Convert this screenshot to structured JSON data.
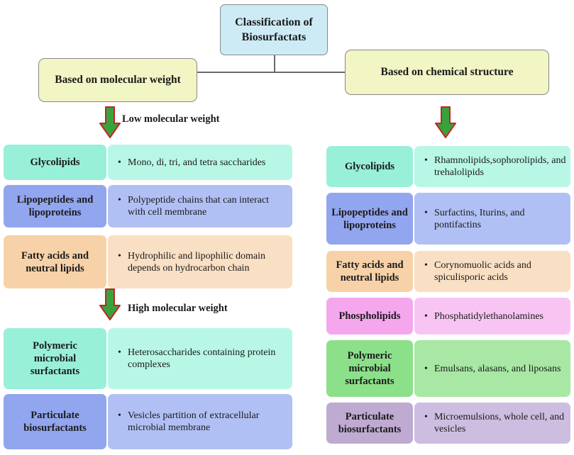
{
  "title": "Classification of Biosurfactats",
  "left": {
    "category": "Based on molecular weight",
    "low_label": "Low molecular weight",
    "high_label": "High molecular weight",
    "low_items": [
      {
        "label": "Glycolipids",
        "desc": "Mono, di, tri, and tetra saccharides"
      },
      {
        "label": "Lipopeptides and lipoproteins",
        "desc": "Polypeptide chains that can interact with cell membrane"
      },
      {
        "label": "Fatty acids and neutral lipids",
        "desc": "Hydrophilic and lipophilic domain depends on hydrocarbon chain"
      }
    ],
    "high_items": [
      {
        "label": "Polymeric microbial surfactants",
        "desc": "Heterosaccharides containing protein complexes"
      },
      {
        "label": "Particulate biosurfactants",
        "desc": "Vesicles partition of extracellular microbial membrane"
      }
    ]
  },
  "right": {
    "category": "Based on chemical structure",
    "items": [
      {
        "label": "Glycolipids",
        "desc": "Rhamnolipids,sophorolipids, and trehalolipids"
      },
      {
        "label": "Lipopeptides and lipoproteins",
        "desc": "Surfactins, Iturins, and pontifactins"
      },
      {
        "label": "Fatty acids and neutral lipids",
        "desc": "Corynomuolic acids and spiculisporic acids"
      },
      {
        "label": "Phospholipids",
        "desc": "Phosphatidylethanolamines"
      },
      {
        "label": "Polymeric microbial surfactants",
        "desc": "Emulsans, alasans, and liposans"
      },
      {
        "label": "Particulate biosurfactants",
        "desc": "Microemulsions, whole cell, and vesicles"
      }
    ]
  },
  "colors": {
    "arrow_fill": "#3aa23a",
    "arrow_stroke": "#c0262c"
  }
}
